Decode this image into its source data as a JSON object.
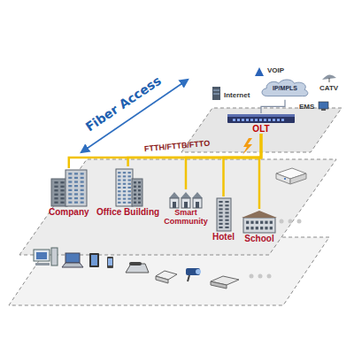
{
  "diagram": {
    "nodes": [
      {
        "text": [
          "IP/MPLS"
        ]
      },
      {
        "text": [
          "OLT"
        ]
      },
      {
        "text": [
          "Company"
        ]
      },
      {
        "text": [
          "Office Building"
        ]
      },
      {
        "text": [
          "Smart Community"
        ]
      },
      {
        "text": [
          "Hotel"
        ]
      },
      {
        "text": [
          "School"
        ]
      }
    ],
    "edges": [
      {
        "from": 0,
        "to": 1,
        "arrow": "none"
      },
      {
        "from": 1,
        "to": 2,
        "arrow": "none"
      },
      {
        "from": 1,
        "to": 3,
        "arrow": "none"
      },
      {
        "from": 1,
        "to": 4,
        "arrow": "none"
      },
      {
        "from": 1,
        "to": 5,
        "arrow": "none"
      },
      {
        "from": 1,
        "to": 6,
        "arrow": "none"
      }
    ],
    "labels": [
      "Fiber Access",
      "VOIP",
      "CATV",
      "Internet",
      "EMS",
      "FTTH/FTTB/FTTO"
    ]
  }
}
